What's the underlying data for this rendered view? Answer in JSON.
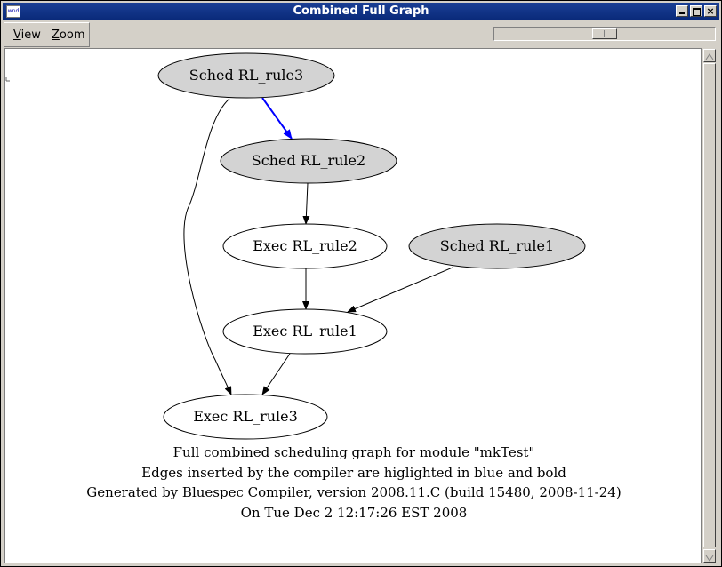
{
  "window": {
    "title": "Combined Full Graph",
    "icon": "app-icon"
  },
  "menu": {
    "view": "View",
    "zoom": "Zoom"
  },
  "zoom_slider": {
    "level": 0.5
  },
  "graph": {
    "nodes": {
      "sched_rule3": "Sched RL_rule3",
      "sched_rule2": "Sched RL_rule2",
      "exec_rule2": "Exec RL_rule2",
      "sched_rule1": "Sched RL_rule1",
      "exec_rule1": "Exec RL_rule1",
      "exec_rule3": "Exec RL_rule3"
    },
    "edges": [
      {
        "from": "Sched RL_rule3",
        "to": "Sched RL_rule2",
        "highlighted": true
      },
      {
        "from": "Sched RL_rule2",
        "to": "Exec RL_rule2",
        "highlighted": false
      },
      {
        "from": "Exec RL_rule2",
        "to": "Exec RL_rule1",
        "highlighted": false
      },
      {
        "from": "Sched RL_rule1",
        "to": "Exec RL_rule1",
        "highlighted": false
      },
      {
        "from": "Exec RL_rule1",
        "to": "Exec RL_rule3",
        "highlighted": false
      },
      {
        "from": "Sched RL_rule3",
        "to": "Exec RL_rule3",
        "highlighted": false
      }
    ],
    "caption": {
      "line1": "Full combined scheduling graph for module \"mkTest\"",
      "line2": "Edges inserted by the compiler are higlighted in blue and bold",
      "line3": "Generated by Bluespec Compiler, version 2008.11.C (build 15480, 2008-11-24)",
      "line4": "On Tue Dec  2 12:17:26 EST 2008"
    }
  },
  "colors": {
    "sched_fill": "#d3d3d3",
    "exec_fill": "#ffffff",
    "highlight_edge": "#0000ff",
    "titlebar": "#0a2a7a"
  }
}
